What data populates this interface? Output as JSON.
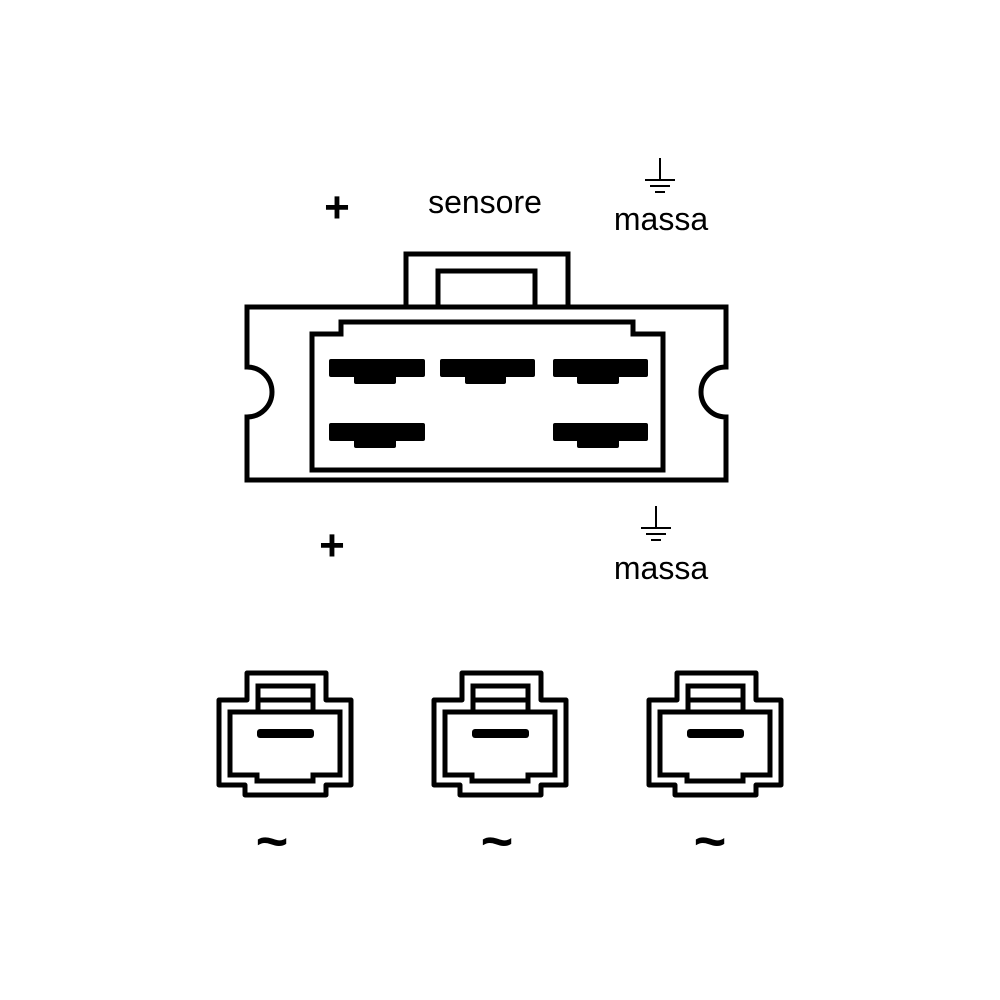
{
  "labels": {
    "top_plus": "+",
    "sensor": "sensore",
    "top_ground": "massa",
    "bottom_plus": "+",
    "bottom_ground": "massa",
    "ac": [
      "~",
      "~",
      "~"
    ]
  },
  "colors": {
    "line": "#000000",
    "background": "#ffffff"
  }
}
